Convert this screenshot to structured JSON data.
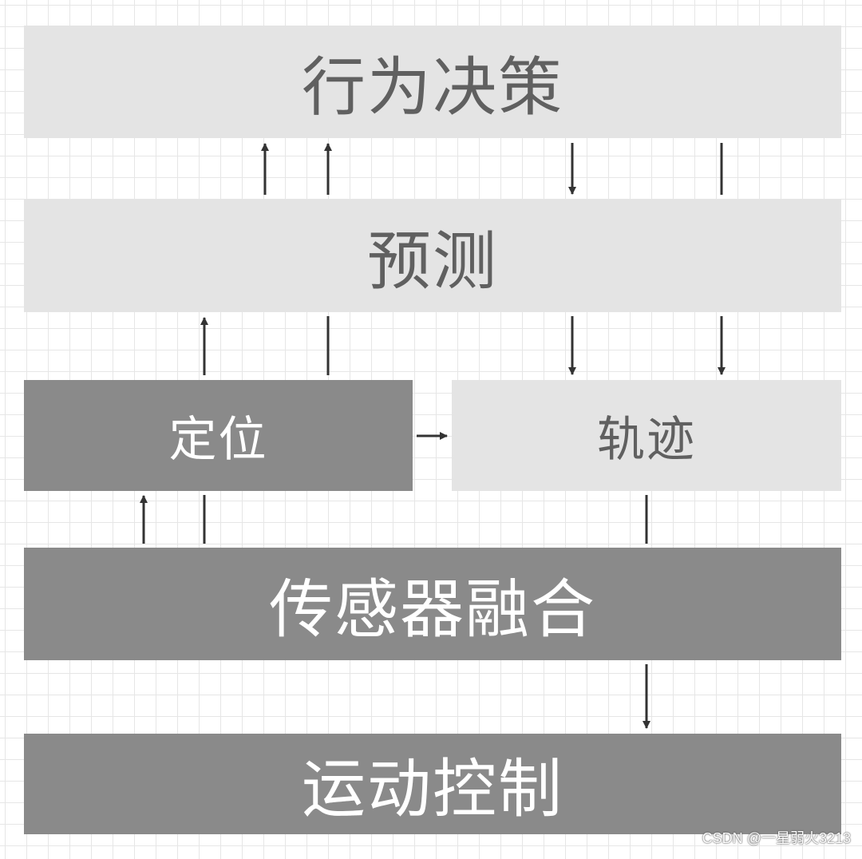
{
  "blocks": {
    "decision": "行为决策",
    "prediction": "预测",
    "localization": "定位",
    "trajectory": "轨迹",
    "sensor_fusion": "传感器融合",
    "motion_control": "运动控制"
  },
  "watermark": "CSDN @一星弱火3213",
  "colors": {
    "light_block": "#e4e4e4",
    "dark_block": "#8a8a8a",
    "light_text": "#606060",
    "dark_text": "#ffffff",
    "arrow": "#333333",
    "grid": "#e6e6e6"
  }
}
